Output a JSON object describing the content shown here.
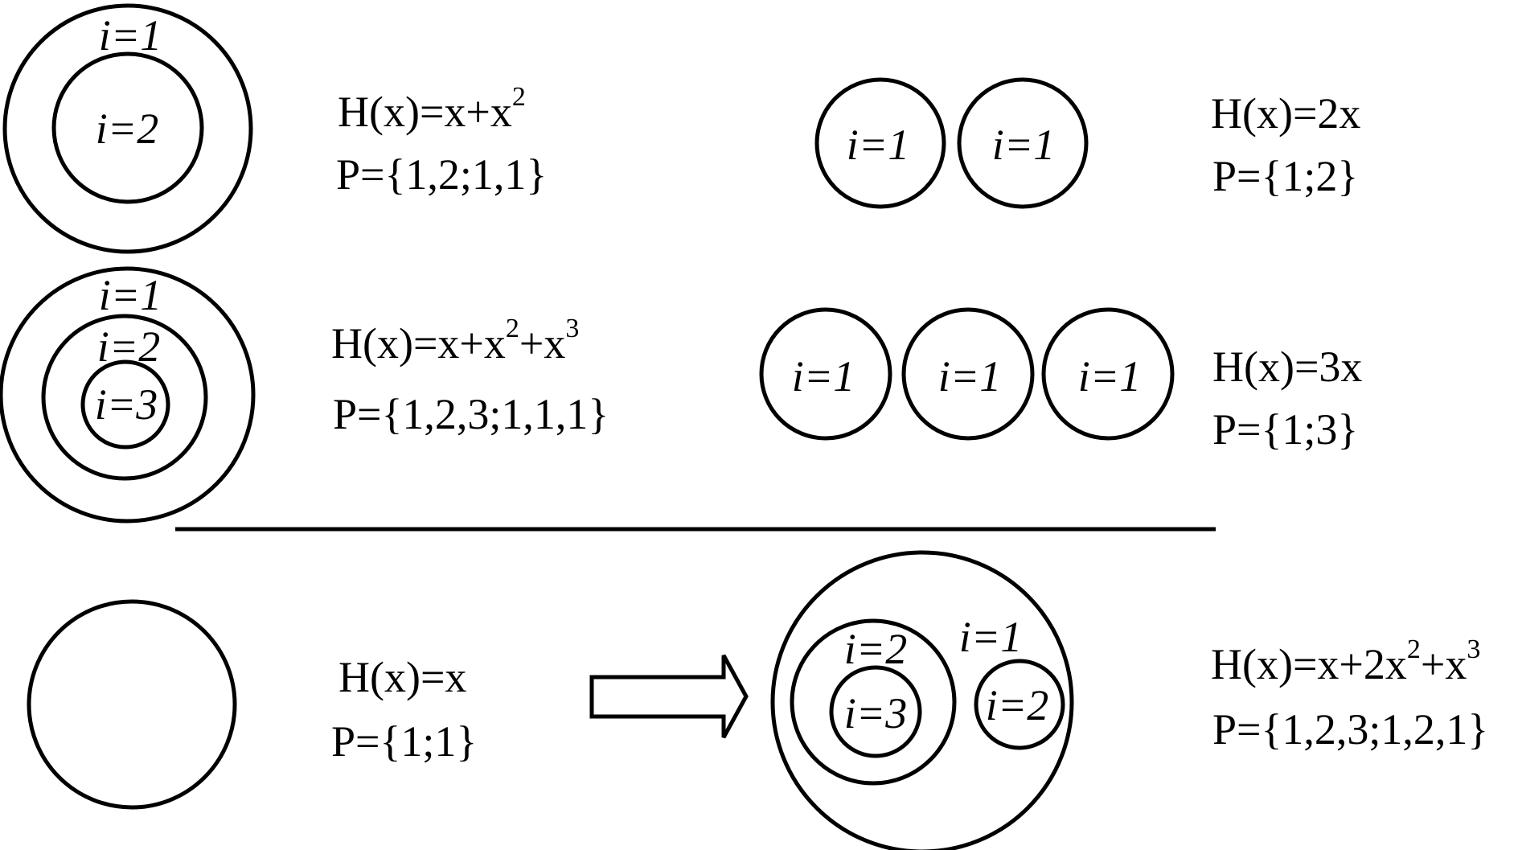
{
  "diagram": {
    "labels": {
      "i1": "i=1",
      "i2": "i=2",
      "i3": "i=3"
    },
    "formulas": {
      "f1": {
        "H": "H(x)=x+x",
        "exp": "2",
        "P": "P={1,2;1,1}"
      },
      "f2": {
        "H": "H(x)=2x",
        "P": "P={1;2}"
      },
      "f3": {
        "H": "H(x)=x+x",
        "exp1": "2",
        "mid": "+x",
        "exp2": "3",
        "P": "P={1,2,3;1,1,1}"
      },
      "f4": {
        "H": "H(x)=3x",
        "P": "P={1;3}"
      },
      "f5": {
        "H": "H(x)=x",
        "P": "P={1;1}"
      },
      "f6": {
        "H": "H(x)=x+2x",
        "exp1": "2",
        "mid": "+x",
        "exp2": "3",
        "P": "P={1,2,3;1,2,1}"
      }
    }
  }
}
